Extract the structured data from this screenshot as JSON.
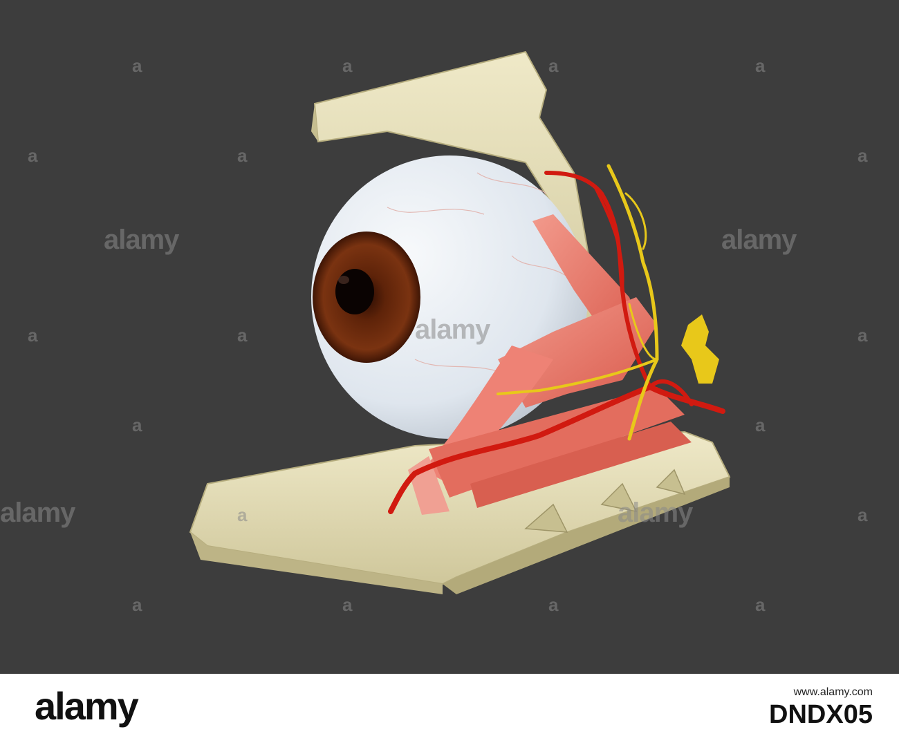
{
  "watermark": {
    "word": "alamy",
    "mark": "a"
  },
  "footer": {
    "brand": "alamy",
    "site": "www.alamy.com",
    "image_id": "DNDX05"
  },
  "colors": {
    "background": "#3d3d3d",
    "bone": "#e9e3bf",
    "sclera": "#e8eef3",
    "iris": "#6b2a0e",
    "muscle": "#e8766a",
    "artery": "#d41f12",
    "nerve": "#e8c81a"
  }
}
